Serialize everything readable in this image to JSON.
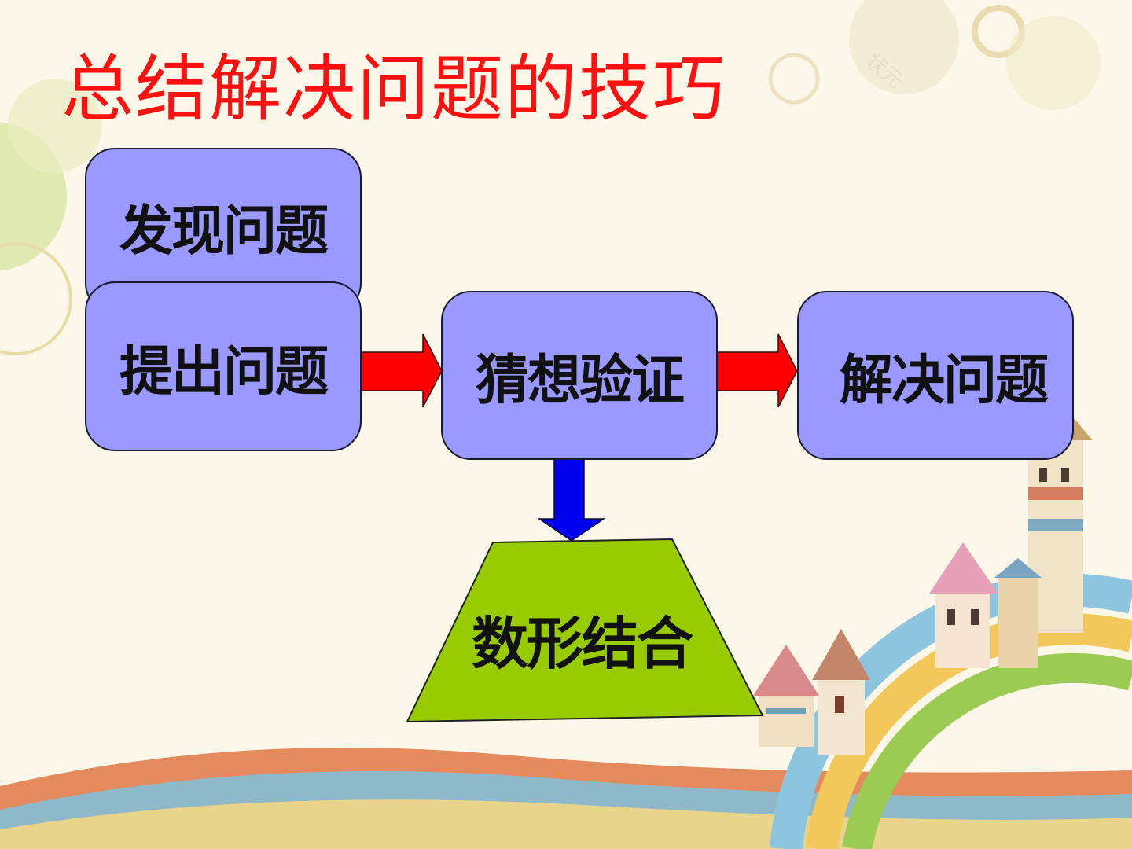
{
  "slide": {
    "title": "总结解决问题的技巧",
    "title_color": "#ff1010"
  },
  "diagram": {
    "nodes": {
      "discover": "发现问题",
      "propose": "提出问题",
      "guess_verify": "猜想验证",
      "solve": "解决问题",
      "number_shape": "数形结合"
    },
    "colors": {
      "box_fill": "#9999ff",
      "arrow_red": "#ff0000",
      "arrow_blue": "#0000ee",
      "trapezoid_fill": "#99cc00"
    }
  },
  "watermark": "状元"
}
